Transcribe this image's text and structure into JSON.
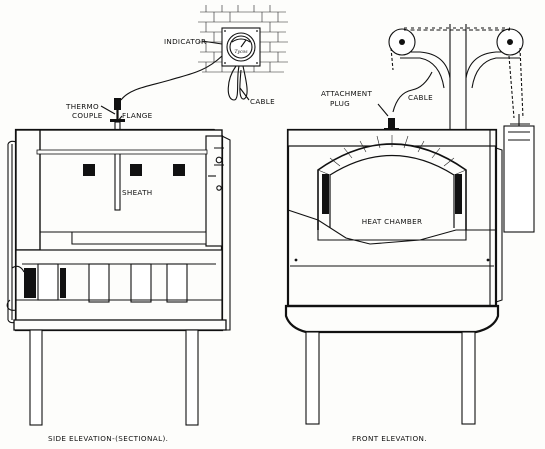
{
  "labels": {
    "indicator": "INDICATOR",
    "cable_side": "CABLE",
    "thermo": "THERMO",
    "couple": "COUPLE",
    "flange": "FLANGE",
    "sheath": "SHEATH",
    "attachment": "ATTACHMENT",
    "plug": "PLUG",
    "cable_front": "CABLE",
    "heat_chamber": "HEAT CHAMBER",
    "dial": "Tycos"
  },
  "captions": {
    "side": "SIDE ELEVATION-(SECTIONAL).",
    "front": "FRONT ELEVATION."
  }
}
